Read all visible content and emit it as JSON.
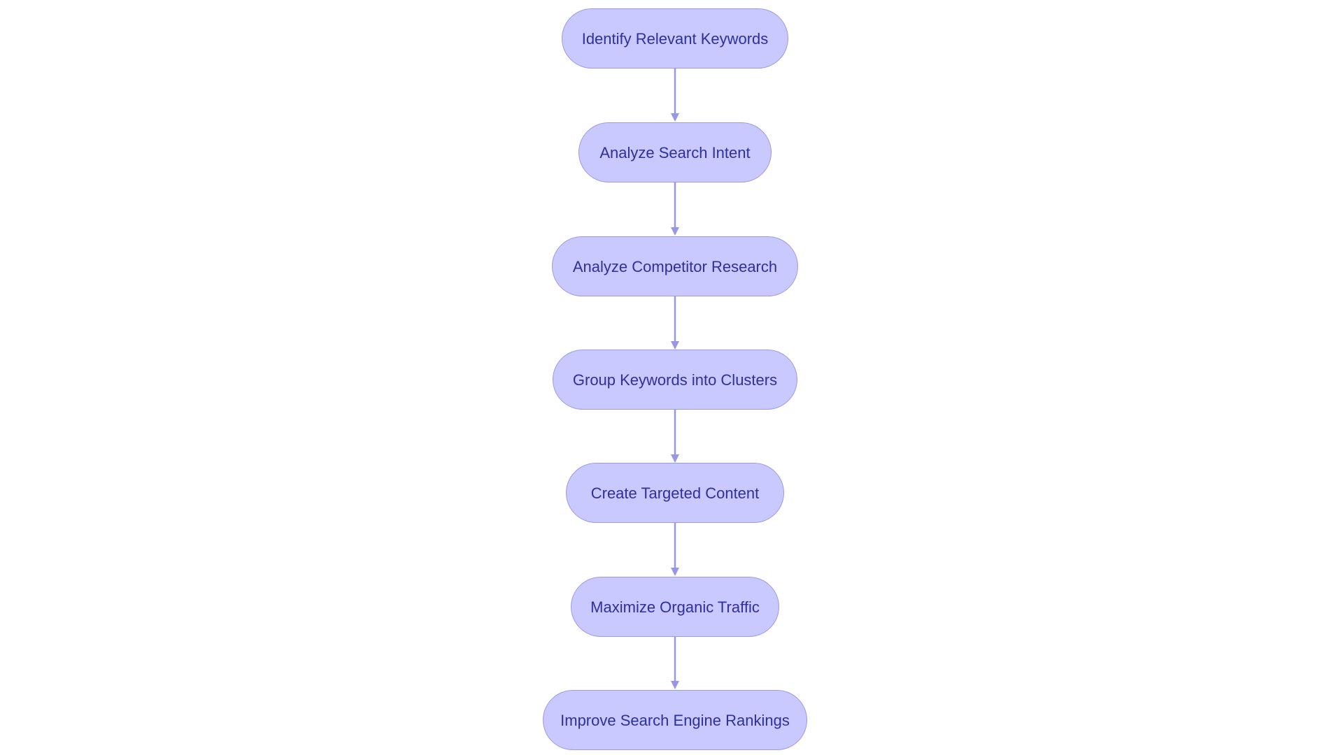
{
  "diagram": {
    "type": "flowchart",
    "direction": "top-to-bottom",
    "colors": {
      "node_fill": "#c9c9ff",
      "node_border": "#9b9ae6",
      "node_text": "#2f2f9e",
      "edge": "#9797e6",
      "background": "#ffffff"
    },
    "nodes": [
      {
        "id": "n1",
        "label": "Identify Relevant Keywords"
      },
      {
        "id": "n2",
        "label": "Analyze Search Intent"
      },
      {
        "id": "n3",
        "label": "Analyze Competitor Research"
      },
      {
        "id": "n4",
        "label": "Group Keywords into Clusters"
      },
      {
        "id": "n5",
        "label": "Create Targeted Content"
      },
      {
        "id": "n6",
        "label": "Maximize Organic Traffic"
      },
      {
        "id": "n7",
        "label": "Improve Search Engine Rankings"
      }
    ],
    "edges": [
      {
        "from": "n1",
        "to": "n2"
      },
      {
        "from": "n2",
        "to": "n3"
      },
      {
        "from": "n3",
        "to": "n4"
      },
      {
        "from": "n4",
        "to": "n5"
      },
      {
        "from": "n5",
        "to": "n6"
      },
      {
        "from": "n6",
        "to": "n7"
      }
    ]
  }
}
